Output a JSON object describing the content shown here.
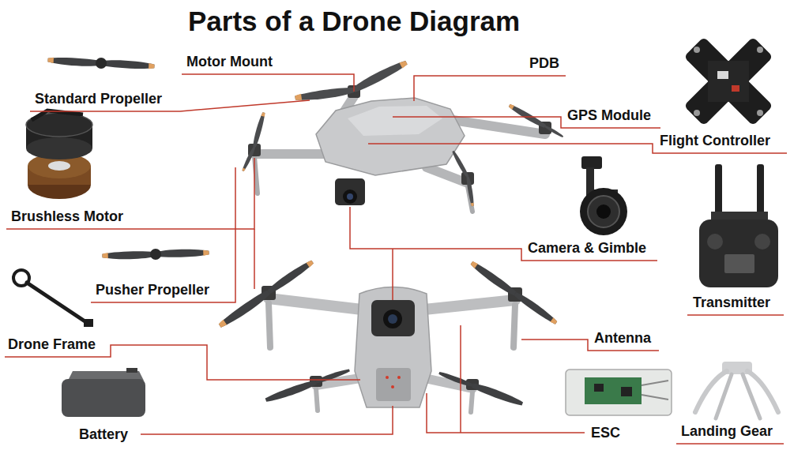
{
  "diagram": {
    "title": "Parts of a Drone Diagram",
    "labels": [
      "Motor Mount",
      "PDB",
      "Standard Propeller",
      "GPS Module",
      "Flight Controller",
      "Brushless Motor",
      "Camera & Gimble",
      "Pusher Propeller",
      "Transmitter",
      "Antenna",
      "Drone Frame",
      "Battery",
      "ESC",
      "Landing Gear"
    ]
  }
}
